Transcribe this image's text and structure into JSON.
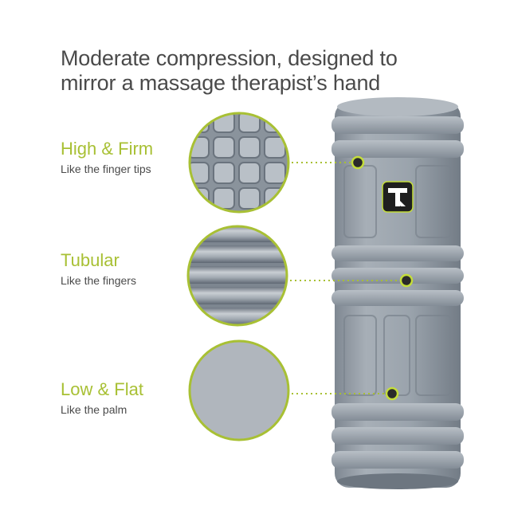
{
  "headline": {
    "line1": "Moderate compression, designed to",
    "line2": "mirror a massage therapist’s hand"
  },
  "features": [
    {
      "title": "High & Firm",
      "subtitle": "Like the finger tips",
      "icon": "finger-tips-texture-closeup"
    },
    {
      "title": "Tubular",
      "subtitle": "Like the fingers",
      "icon": "fingers-texture-closeup"
    },
    {
      "title": "Low & Flat",
      "subtitle": "Like the palm",
      "icon": "palm-texture-closeup"
    }
  ],
  "colors": {
    "accent": "#a8c034",
    "text": "#4a4a4a",
    "roller": "#9aa3ac",
    "roller_dark": "#7d8690"
  },
  "product": {
    "name": "foam-roller",
    "logo": "trigger-point-logo"
  }
}
